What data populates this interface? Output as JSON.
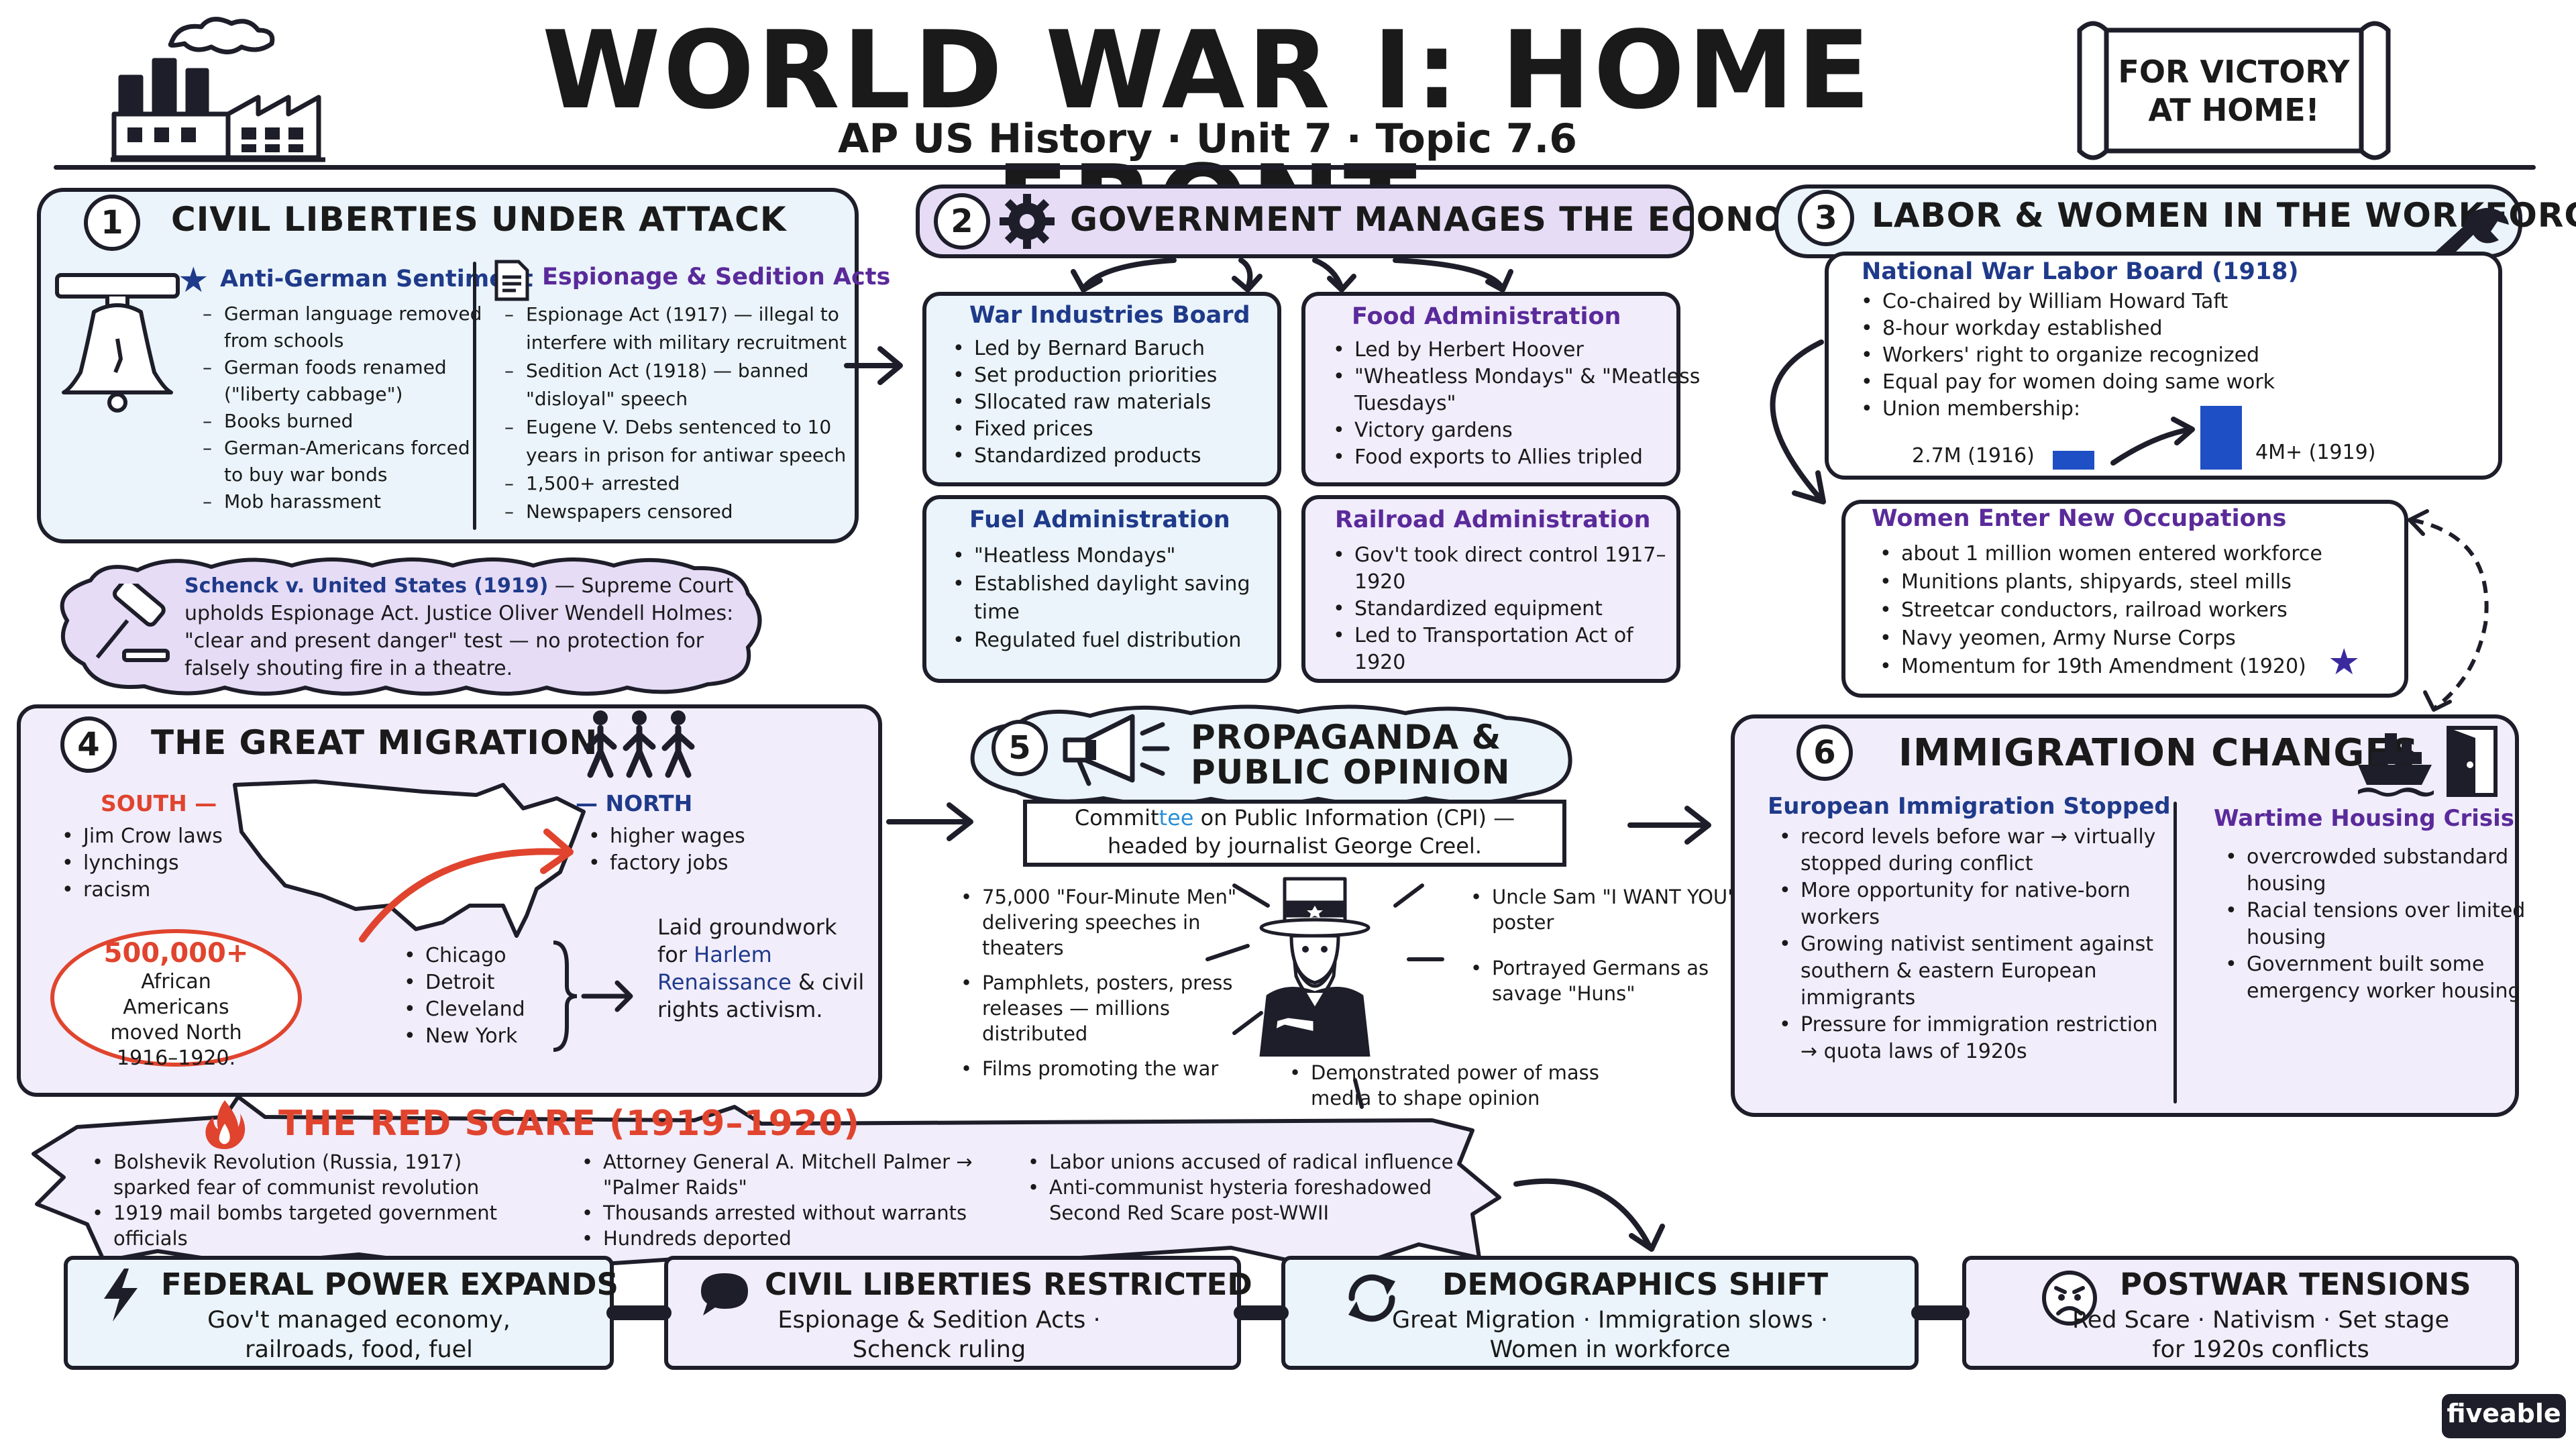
{
  "header": {
    "title": "WORLD WAR I: HOME FRONT",
    "subtitle": "AP US History · Unit 7 · Topic 7.6",
    "scroll_line1": "FOR VICTORY",
    "scroll_line2": "AT HOME!",
    "factory_icon": "factory-icon"
  },
  "s1": {
    "num": "1",
    "title": "CIVIL LIBERTIES UNDER ATTACK",
    "col1_title": "Anti-German Sentiment",
    "col1": [
      "German language removed from schools",
      "German foods renamed (\"liberty cabbage\")",
      "Books burned",
      "German-Americans forced to buy war bonds",
      "Mob harassment"
    ],
    "col2_title": "Espionage & Sedition Acts",
    "col2": [
      "Espionage Act (1917) — illegal to interfere with military recruitment",
      "Sedition Act (1918) — banned \"disloyal\" speech",
      "Eugene V. Debs sentenced to 10 years in prison for antiwar speech",
      "1,500+ arrested",
      "Newspapers censored"
    ],
    "schenck_name": "Schenck v. United States (1919)",
    "schenck_rest": " — Supreme Court upholds Espionage Act. Justice Oliver Wendell Holmes: \"clear and present danger\" test — no protection for falsely shouting fire in a theatre."
  },
  "s2": {
    "num": "2",
    "title": "GOVERNMENT MANAGES THE ECONOMY",
    "boxes": [
      {
        "title": "War Industries Board",
        "items": [
          "Led by Bernard Baruch",
          "Set production priorities",
          "Sllocated raw materials",
          "Fixed prices",
          "Standardized products"
        ]
      },
      {
        "title": "Food Administration",
        "items": [
          "Led by Herbert Hoover",
          "\"Wheatless Mondays\" & \"Meatless Tuesdays\"",
          "Victory gardens",
          "Food exports to Allies tripled"
        ]
      },
      {
        "title": "Fuel Administration",
        "items": [
          "\"Heatless Mondays\"",
          "Established daylight saving time",
          "Regulated fuel distribution"
        ]
      },
      {
        "title": "Railroad Administration",
        "items": [
          "Gov't took direct control 1917–1920",
          "Standardized equipment",
          "Led to Transportation Act of 1920"
        ]
      }
    ]
  },
  "s3": {
    "num": "3",
    "title": "LABOR & WOMEN IN THE WORKFORCE",
    "nwlb_title": "National War Labor Board (1918)",
    "nwlb": [
      "Co-chaired by William Howard Taft",
      "8-hour workday established",
      "Workers' right to organize recognized",
      "Equal pay for women doing same work",
      "Union membership:"
    ],
    "union_before": "2.7M (1916)",
    "union_after": "4M+ (1919)",
    "women_title": "Women Enter New Occupations",
    "women": [
      "about 1 million women entered workforce",
      "Munitions plants, shipyards, steel mills",
      "Streetcar conductors, railroad workers",
      "Navy yeomen, Army Nurse Corps",
      "Momentum for 19th Amendment (1920)"
    ]
  },
  "s4": {
    "num": "4",
    "title": "THE GREAT MIGRATION",
    "south_label": "SOUTH —",
    "south": [
      "Jim Crow laws",
      "lynchings",
      "racism"
    ],
    "north_label": "— NORTH",
    "north": [
      "higher wages",
      "factory jobs"
    ],
    "stat_num": "500,000+",
    "stat_text": "African Americans moved North 1916–1920.",
    "cities": [
      "Chicago",
      "Detroit",
      "Cleveland",
      "New York"
    ],
    "ground_pre": "Laid groundwork for ",
    "ground_link": "Harlem Renaissance",
    "ground_post": " & civil rights activism."
  },
  "s5": {
    "num": "5",
    "title1": "PROPAGANDA &",
    "title2": "PUBLIC OPINION",
    "cpi_pre": "Commit",
    "cpi_tee": "tee",
    "cpi_post": " on Public Information (CPI) — headed by journalist George Creel.",
    "left": [
      "75,000 \"Four-Minute Men\" delivering speeches in theaters",
      "Pamphlets, posters, press releases — millions distributed",
      "Films promoting the war"
    ],
    "right": [
      "Uncle Sam \"I WANT YOU\" poster",
      "Portrayed Germans as savage \"Huns\""
    ],
    "bottom": "Demonstrated power of mass media to shape opinion"
  },
  "s6": {
    "num": "6",
    "title": "IMMIGRATION CHANGES",
    "eu_title": "European Immigration Stopped",
    "eu": [
      "record levels before war → virtually stopped during conflict",
      "More opportunity for native-born workers",
      "Growing nativist sentiment against southern & eastern European immigrants",
      "Pressure for immigration restriction → quota laws of 1920s"
    ],
    "housing_title": "Wartime Housing Crisis",
    "housing": [
      "overcrowded substandard housing",
      "Racial tensions over limited housing",
      "Government built some emergency worker housing"
    ]
  },
  "red": {
    "title": "THE RED SCARE (1919–1920)",
    "col1": [
      "Bolshevik Revolution (Russia, 1917) sparked fear of communist revolution",
      "1919 mail bombs targeted government officials"
    ],
    "col2": [
      "Attorney General A. Mitchell Palmer → \"Palmer Raids\"",
      "Thousands arrested without warrants",
      "Hundreds deported"
    ],
    "col3": [
      "Labor unions accused of radical influence",
      "Anti-communist hysteria foreshadowed Second Red Scare post-WWII"
    ]
  },
  "summary": [
    {
      "title": "FEDERAL POWER EXPANDS",
      "text": "Gov't managed economy, railroads, food, fuel"
    },
    {
      "title": "CIVIL LIBERTIES RESTRICTED",
      "text": "Espionage & Sedition Acts · Schenck ruling"
    },
    {
      "title": "DEMOGRAPHICS SHIFT",
      "text": "Great Migration · Immigration slows · Women in workforce"
    },
    {
      "title": "POSTWAR TENSIONS",
      "text": "Red Scare · Nativism · Set stage for 1920s conflicts"
    }
  ],
  "brand": "fiveable",
  "colors": {
    "ink": "#1e1e2a",
    "panel_blue": "#eaf4fa",
    "panel_lavender": "#f1edfb",
    "accent_blue": "#1f3a8a",
    "accent_purple": "#5a2a9a",
    "accent_red": "#e0442e",
    "union_bar": "#1f4fc4",
    "star": "#3a2a9e"
  }
}
